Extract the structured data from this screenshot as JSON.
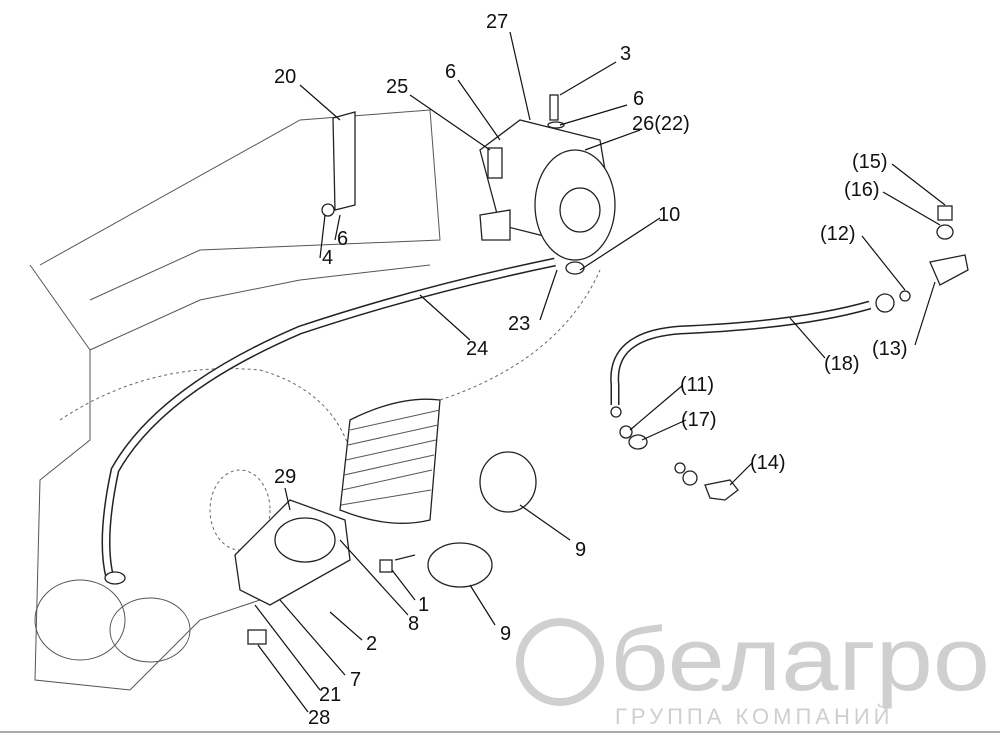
{
  "watermark": {
    "brand": "белагро",
    "tagline": "ГРУППА КОМПАНИЙ"
  },
  "callouts": [
    "27",
    "3",
    "6",
    "6",
    "25",
    "26(22)",
    "20",
    "6",
    "4",
    "10",
    "(15)",
    "(16)",
    "(12)",
    "23",
    "24",
    "(18)",
    "(13)",
    "(11)",
    "(17)",
    "(14)",
    "29",
    "9",
    "1",
    "8",
    "9",
    "2",
    "7",
    "21",
    "28"
  ]
}
